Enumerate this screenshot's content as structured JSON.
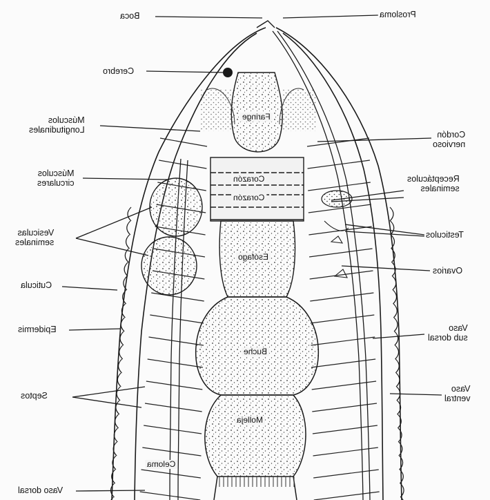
{
  "figure": {
    "mirrored": true,
    "ink_color": "#111111",
    "paper_color": "#fbfbfb"
  },
  "labels": {
    "boca": "Boca",
    "prosloma": "Prosloma",
    "cerebro": "Cerebro",
    "musculos_longitudinales": "Músculos\nLongitudinales",
    "cordon_nervioso": "Cordón\nnervioso",
    "musculos_circulares": "Músculos\ncirculares",
    "receptaculos_seminales": "Receptáculos\nseminales",
    "vesiculas_seminales": "Vesiculas\nseminales",
    "testiculos": "Testiculos",
    "cuticula": "Cuticula",
    "ovarios": "Ovarios",
    "epidermis": "Epidermis",
    "vaso_sub_dorsal": "Vaso\nsub dorsal",
    "septos": "Septos",
    "vaso_ventral": "Vaso\nventral",
    "vaso_dorsal": "Vaso dorsal"
  },
  "inner_labels": {
    "faringe": "Faringe",
    "corazon_1": "Corazón",
    "corazon_2": "Corazón",
    "esofago": "Esófago",
    "buche": "Buche",
    "molleja": "Molleja",
    "celoma": "Celoma"
  }
}
